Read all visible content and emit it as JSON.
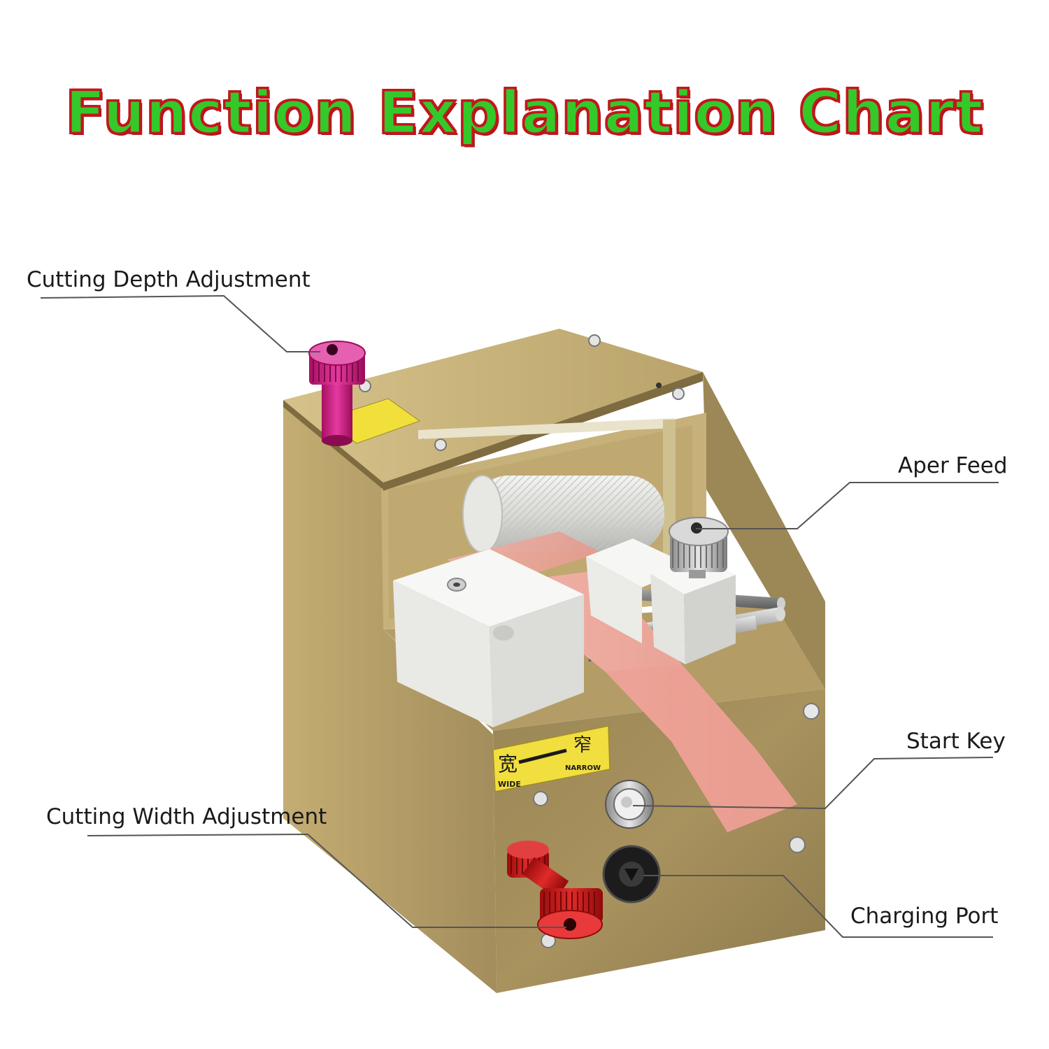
{
  "title": "Function Explanation Chart",
  "callouts": {
    "cutting_depth": "Cutting Depth Adjustment",
    "paper_feed": "Aper Feed",
    "start_key": "Start Key",
    "cutting_width": "Cutting Width Adjustment",
    "charging_port": "Charging Port"
  },
  "front_plate": {
    "left_text": "宽",
    "right_text": "窄",
    "left_sub": "WIDE",
    "right_sub": "NARROW"
  },
  "colors": {
    "title_fill": "#34c92a",
    "title_outline": "#c3161d",
    "housing_gold": "#a08a56",
    "depth_knob": "#d4248f",
    "width_knob": "#d42020",
    "paper_pink": "#eea69a",
    "block_white": "#efefed"
  },
  "icons": [
    "depth-knob-icon",
    "feed-knob-icon",
    "start-key-icon",
    "charging-port-icon",
    "width-knob-icon"
  ]
}
